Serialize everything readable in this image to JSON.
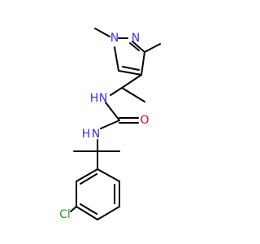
{
  "molecule": {
    "atom_labels": {
      "n1": "N",
      "n2": "N",
      "nh1": "N",
      "h1": "H",
      "nh2": "N",
      "h2": "H",
      "o": "O",
      "cl": "Cl"
    },
    "colors": {
      "bond": "#000000",
      "nitrogen": "#3333ff",
      "oxygen": "#ff0000",
      "chlorine": "#1fa01f"
    }
  }
}
